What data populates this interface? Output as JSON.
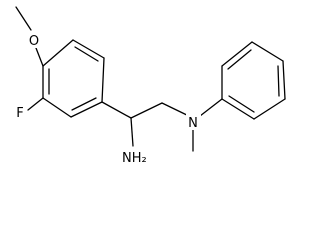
{
  "structure": {
    "atoms": [
      {
        "id": "O",
        "label": "O"
      },
      {
        "id": "F",
        "label": "F"
      },
      {
        "id": "N",
        "label": "N"
      },
      {
        "id": "NH2",
        "label": "NH₂"
      }
    ],
    "colors": {
      "bond": "#000000",
      "text": "#000000",
      "background": "#ffffff"
    }
  }
}
